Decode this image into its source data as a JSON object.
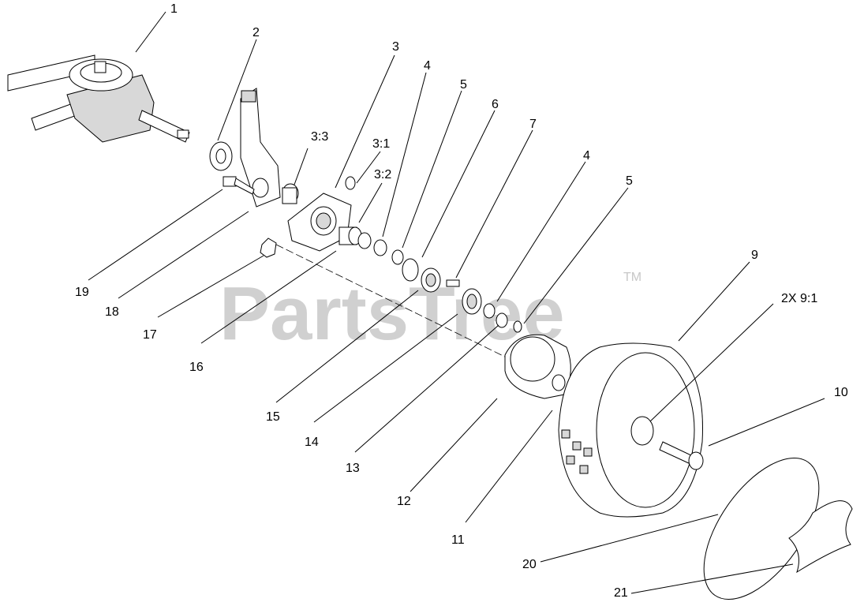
{
  "watermark": {
    "text": "PartsTree",
    "mark": "TM"
  },
  "callouts": [
    {
      "id": "c1",
      "label": "1"
    },
    {
      "id": "c2",
      "label": "2"
    },
    {
      "id": "c3",
      "label": "3"
    },
    {
      "id": "c4a",
      "label": "4"
    },
    {
      "id": "c5a",
      "label": "5"
    },
    {
      "id": "c6",
      "label": "6"
    },
    {
      "id": "c7",
      "label": "7"
    },
    {
      "id": "c4b",
      "label": "4"
    },
    {
      "id": "c5b",
      "label": "5"
    },
    {
      "id": "c33",
      "label": "3:3"
    },
    {
      "id": "c31",
      "label": "3:1"
    },
    {
      "id": "c32",
      "label": "3:2"
    },
    {
      "id": "c9",
      "label": "9"
    },
    {
      "id": "c91",
      "label": "2X 9:1"
    },
    {
      "id": "c10",
      "label": "10"
    },
    {
      "id": "c19",
      "label": "19"
    },
    {
      "id": "c18",
      "label": "18"
    },
    {
      "id": "c17",
      "label": "17"
    },
    {
      "id": "c16",
      "label": "16"
    },
    {
      "id": "c15",
      "label": "15"
    },
    {
      "id": "c14",
      "label": "14"
    },
    {
      "id": "c13",
      "label": "13"
    },
    {
      "id": "c12",
      "label": "12"
    },
    {
      "id": "c11",
      "label": "11"
    },
    {
      "id": "c20",
      "label": "20"
    },
    {
      "id": "c21",
      "label": "21"
    }
  ]
}
